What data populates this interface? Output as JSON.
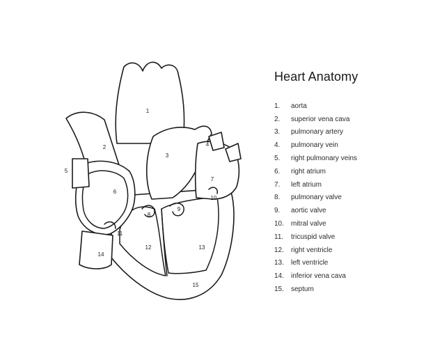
{
  "title": "Heart Anatomy",
  "legend": [
    {
      "num": "1.",
      "label": "aorta"
    },
    {
      "num": "2.",
      "label": "superior vena cava"
    },
    {
      "num": "3.",
      "label": "pulmonary artery"
    },
    {
      "num": "4.",
      "label": "pulmonary vein"
    },
    {
      "num": "5.",
      "label": "right pulmonary veins"
    },
    {
      "num": "6.",
      "label": "right atrium"
    },
    {
      "num": "7.",
      "label": "left atrium"
    },
    {
      "num": "8.",
      "label": "pulmonary valve"
    },
    {
      "num": "9.",
      "label": "aortic valve"
    },
    {
      "num": "10.",
      "label": "mitral valve"
    },
    {
      "num": "11.",
      "label": "tricuspid valve"
    },
    {
      "num": "12.",
      "label": "right ventricle"
    },
    {
      "num": "13.",
      "label": "left ventricle"
    },
    {
      "num": "14.",
      "label": "inferior vena cava"
    },
    {
      "num": "15.",
      "label": "septum"
    }
  ],
  "diagram_labels": [
    "1",
    "2",
    "3",
    "4",
    "5",
    "6",
    "7",
    "8",
    "9",
    "10",
    "11",
    "12",
    "13",
    "14",
    "15"
  ]
}
